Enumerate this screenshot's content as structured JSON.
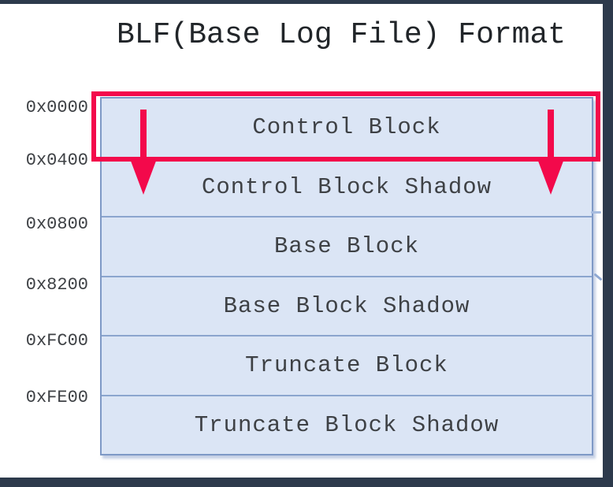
{
  "title": "BLF(Base Log File) Format",
  "diagram": {
    "rows": [
      {
        "address": "0x0000",
        "label": "Control Block"
      },
      {
        "address": "0x0400",
        "label": "Control Block Shadow"
      },
      {
        "address": "0x0800",
        "label": "Base Block"
      },
      {
        "address": "0x8200",
        "label": "Base Block Shadow"
      },
      {
        "address": "0xFC00",
        "label": "Truncate Block"
      },
      {
        "address": "0xFE00",
        "label": "Truncate Block Shadow"
      }
    ],
    "highlighted_row": "Control Block",
    "arrow_icons": [
      "down-arrow-icon",
      "down-arrow-icon"
    ]
  },
  "colors": {
    "highlight_red": "#F3094B",
    "block_fill": "#DBE5F5",
    "block_border": "#7E99C6",
    "frame_navy": "#2D3A4C",
    "text": "#3E4145"
  }
}
